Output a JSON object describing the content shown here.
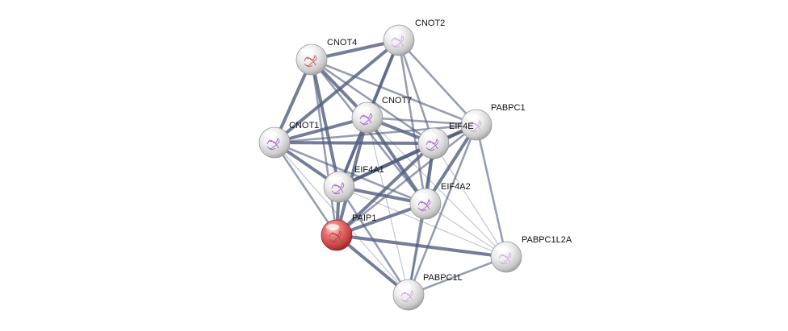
{
  "network": {
    "nodes": [
      {
        "id": "CNOT2",
        "label": "CNOT2",
        "color": "#e6e6e6",
        "texture": "#c9a8d8"
      },
      {
        "id": "CNOT4",
        "label": "CNOT4",
        "color": "#e6e6e6",
        "texture": "#c44a4a"
      },
      {
        "id": "CNOT7",
        "label": "CNOT7",
        "color": "#e6e6e6",
        "texture": "#9b5cc4"
      },
      {
        "id": "CNOT1",
        "label": "CNOT1",
        "color": "#e6e6e6",
        "texture": "#9b5cc4"
      },
      {
        "id": "PABPC1",
        "label": "PABPC1",
        "color": "#e6e6e6",
        "texture": "#c9a8d8"
      },
      {
        "id": "EIF4E",
        "label": "EIF4E",
        "color": "#e6e6e6",
        "texture": "#9b5cc4"
      },
      {
        "id": "EIF4A1",
        "label": "EIF4A1",
        "color": "#e6e6e6",
        "texture": "#9b5cc4"
      },
      {
        "id": "EIF4A2",
        "label": "EIF4A2",
        "color": "#e6e6e6",
        "texture": "#9b5cc4"
      },
      {
        "id": "PAIP1",
        "label": "PAIP1",
        "color": "#e06a6a",
        "texture": "#b04040"
      },
      {
        "id": "PABPC1L2A",
        "label": "PABPC1L2A",
        "color": "#e6e6e6",
        "texture": "#c9a8d8"
      },
      {
        "id": "PABPC1L",
        "label": "PABPC1L",
        "color": "#e6e6e6",
        "texture": "#c9a8d8"
      }
    ],
    "edges": [
      [
        "CNOT4",
        "CNOT2",
        3
      ],
      [
        "CNOT4",
        "CNOT7",
        3
      ],
      [
        "CNOT4",
        "CNOT1",
        3
      ],
      [
        "CNOT4",
        "EIF4A1",
        3
      ],
      [
        "CNOT4",
        "EIF4E",
        2
      ],
      [
        "CNOT4",
        "PABPC1",
        2
      ],
      [
        "CNOT4",
        "EIF4A2",
        2
      ],
      [
        "CNOT4",
        "PAIP1",
        2
      ],
      [
        "CNOT2",
        "CNOT7",
        3
      ],
      [
        "CNOT2",
        "CNOT1",
        3
      ],
      [
        "CNOT2",
        "EIF4E",
        2
      ],
      [
        "CNOT2",
        "PABPC1",
        2
      ],
      [
        "CNOT2",
        "EIF4A1",
        2
      ],
      [
        "CNOT2",
        "EIF4A2",
        2
      ],
      [
        "CNOT7",
        "CNOT1",
        3
      ],
      [
        "CNOT7",
        "EIF4E",
        3
      ],
      [
        "CNOT7",
        "PABPC1",
        2
      ],
      [
        "CNOT7",
        "EIF4A1",
        3
      ],
      [
        "CNOT7",
        "EIF4A2",
        3
      ],
      [
        "CNOT7",
        "PAIP1",
        3
      ],
      [
        "CNOT7",
        "PABPC1L",
        1
      ],
      [
        "CNOT7",
        "PABPC1L2A",
        1
      ],
      [
        "CNOT1",
        "EIF4E",
        3
      ],
      [
        "CNOT1",
        "PABPC1",
        2
      ],
      [
        "CNOT1",
        "EIF4A1",
        3
      ],
      [
        "CNOT1",
        "EIF4A2",
        2
      ],
      [
        "CNOT1",
        "PAIP1",
        2
      ],
      [
        "CNOT1",
        "PABPC1L",
        1
      ],
      [
        "EIF4E",
        "PABPC1",
        3
      ],
      [
        "EIF4E",
        "EIF4A1",
        3
      ],
      [
        "EIF4E",
        "EIF4A2",
        3
      ],
      [
        "EIF4E",
        "PAIP1",
        3
      ],
      [
        "EIF4E",
        "PABPC1L",
        2
      ],
      [
        "EIF4E",
        "PABPC1L2A",
        1
      ],
      [
        "PABPC1",
        "EIF4A1",
        3
      ],
      [
        "PABPC1",
        "EIF4A2",
        3
      ],
      [
        "PABPC1",
        "PAIP1",
        2
      ],
      [
        "PABPC1",
        "PABPC1L2A",
        2
      ],
      [
        "PABPC1",
        "PABPC1L",
        2
      ],
      [
        "EIF4A1",
        "EIF4A2",
        3
      ],
      [
        "EIF4A1",
        "PAIP1",
        3
      ],
      [
        "EIF4A1",
        "PABPC1L",
        2
      ],
      [
        "EIF4A1",
        "PABPC1L2A",
        1
      ],
      [
        "EIF4A2",
        "PAIP1",
        3
      ],
      [
        "EIF4A2",
        "PABPC1L",
        2
      ],
      [
        "EIF4A2",
        "PABPC1L2A",
        1
      ],
      [
        "PAIP1",
        "PABPC1L",
        3
      ],
      [
        "PAIP1",
        "PABPC1L2A",
        3
      ],
      [
        "PABPC1L",
        "PABPC1L2A",
        2
      ]
    ],
    "edge_color": "#525d80"
  }
}
